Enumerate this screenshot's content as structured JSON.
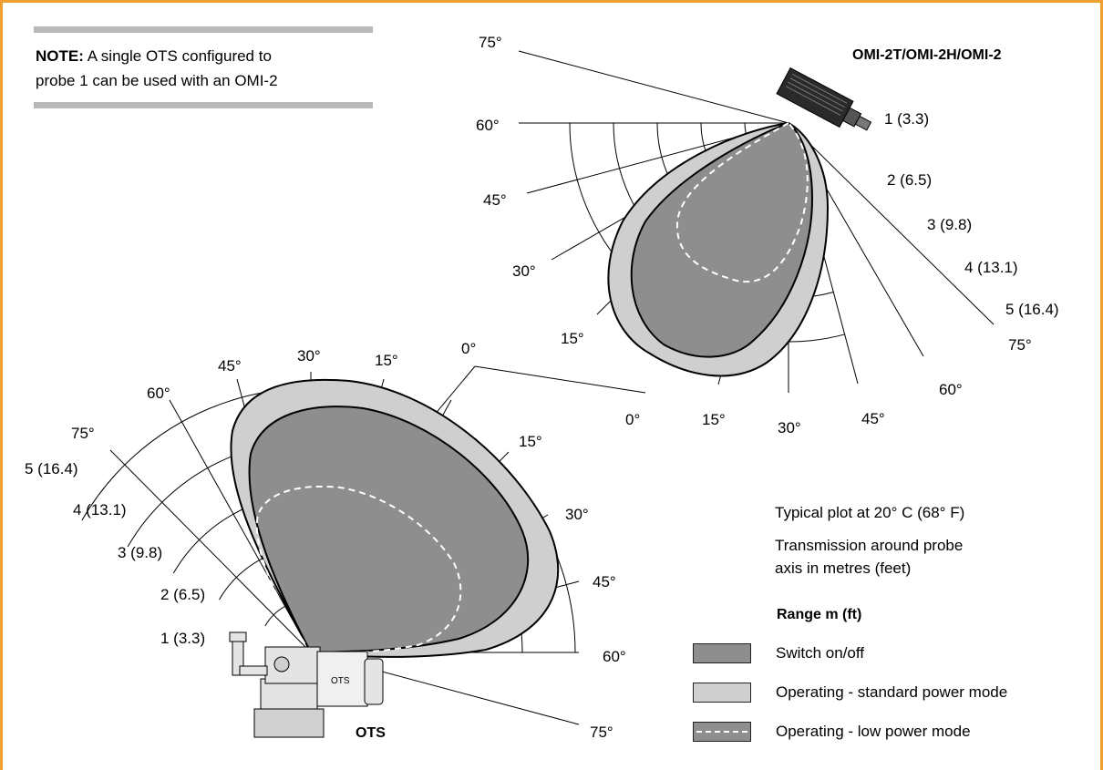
{
  "note": {
    "bold": "NOTE:",
    "line1": "A single OTS configured to",
    "line2": "probe 1 can be used with an OMI-2"
  },
  "omi": {
    "title": "OMI-2T/OMI-2H/OMI-2",
    "angle_labels": [
      "75°",
      "60°",
      "45°",
      "30°",
      "15°",
      "0°",
      "15°",
      "30°",
      "45°",
      "60°",
      "75°"
    ],
    "range_labels": [
      "1 (3.3)",
      "2 (6.5)",
      "3 (9.8)",
      "4 (13.1)",
      "5 (16.4)"
    ]
  },
  "ots": {
    "title": "OTS",
    "device_text": "OTS",
    "angle_labels": [
      "0°",
      "15°",
      "30°",
      "45°",
      "60°",
      "75°",
      "75°",
      "60°",
      "45°",
      "30°",
      "15°"
    ],
    "range_labels": [
      "5 (16.4)",
      "4 (13.1)",
      "3 (9.8)",
      "2 (6.5)",
      "1 (3.3)"
    ]
  },
  "info": {
    "line1": "Typical plot at 20° C (68° F)",
    "line2": "Transmission around probe",
    "line3": "axis in metres (feet)"
  },
  "legend": {
    "title": "Range m (ft)",
    "items": [
      {
        "label": "Switch on/off",
        "color": "#8e8e8e"
      },
      {
        "label": "Operating - standard power mode",
        "color": "#cfcfcf"
      },
      {
        "label": "Operating - low power mode",
        "color": "#8e8e8e"
      }
    ]
  },
  "colors": {
    "border": "#f0a030",
    "note_rule": "#b9b9b9"
  }
}
